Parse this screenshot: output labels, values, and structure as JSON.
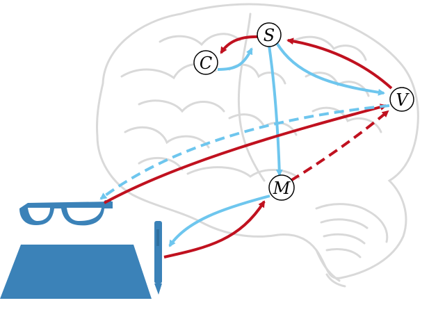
{
  "nodes": {
    "S": {
      "label": "S"
    },
    "C": {
      "label": "C"
    },
    "V": {
      "label": "V"
    },
    "M": {
      "label": "M"
    }
  },
  "colors": {
    "brain": "#d9d9d9",
    "feedback_red": "#c0111f",
    "feedforward_blue": "#6ec6ee",
    "device_blue": "#3b82b8",
    "node_fill": "#ffffff",
    "node_stroke": "#000000"
  },
  "icons": [
    "brain-outline-icon",
    "glasses-icon",
    "paper-sheet-icon",
    "pen-icon"
  ]
}
